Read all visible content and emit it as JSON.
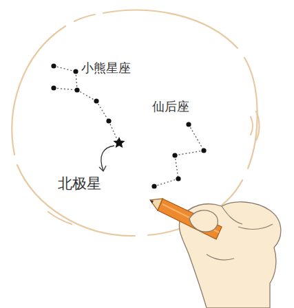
{
  "diagram": {
    "labels": [
      "小熊星座",
      "仙后座",
      "北极星"
    ]
  }
}
